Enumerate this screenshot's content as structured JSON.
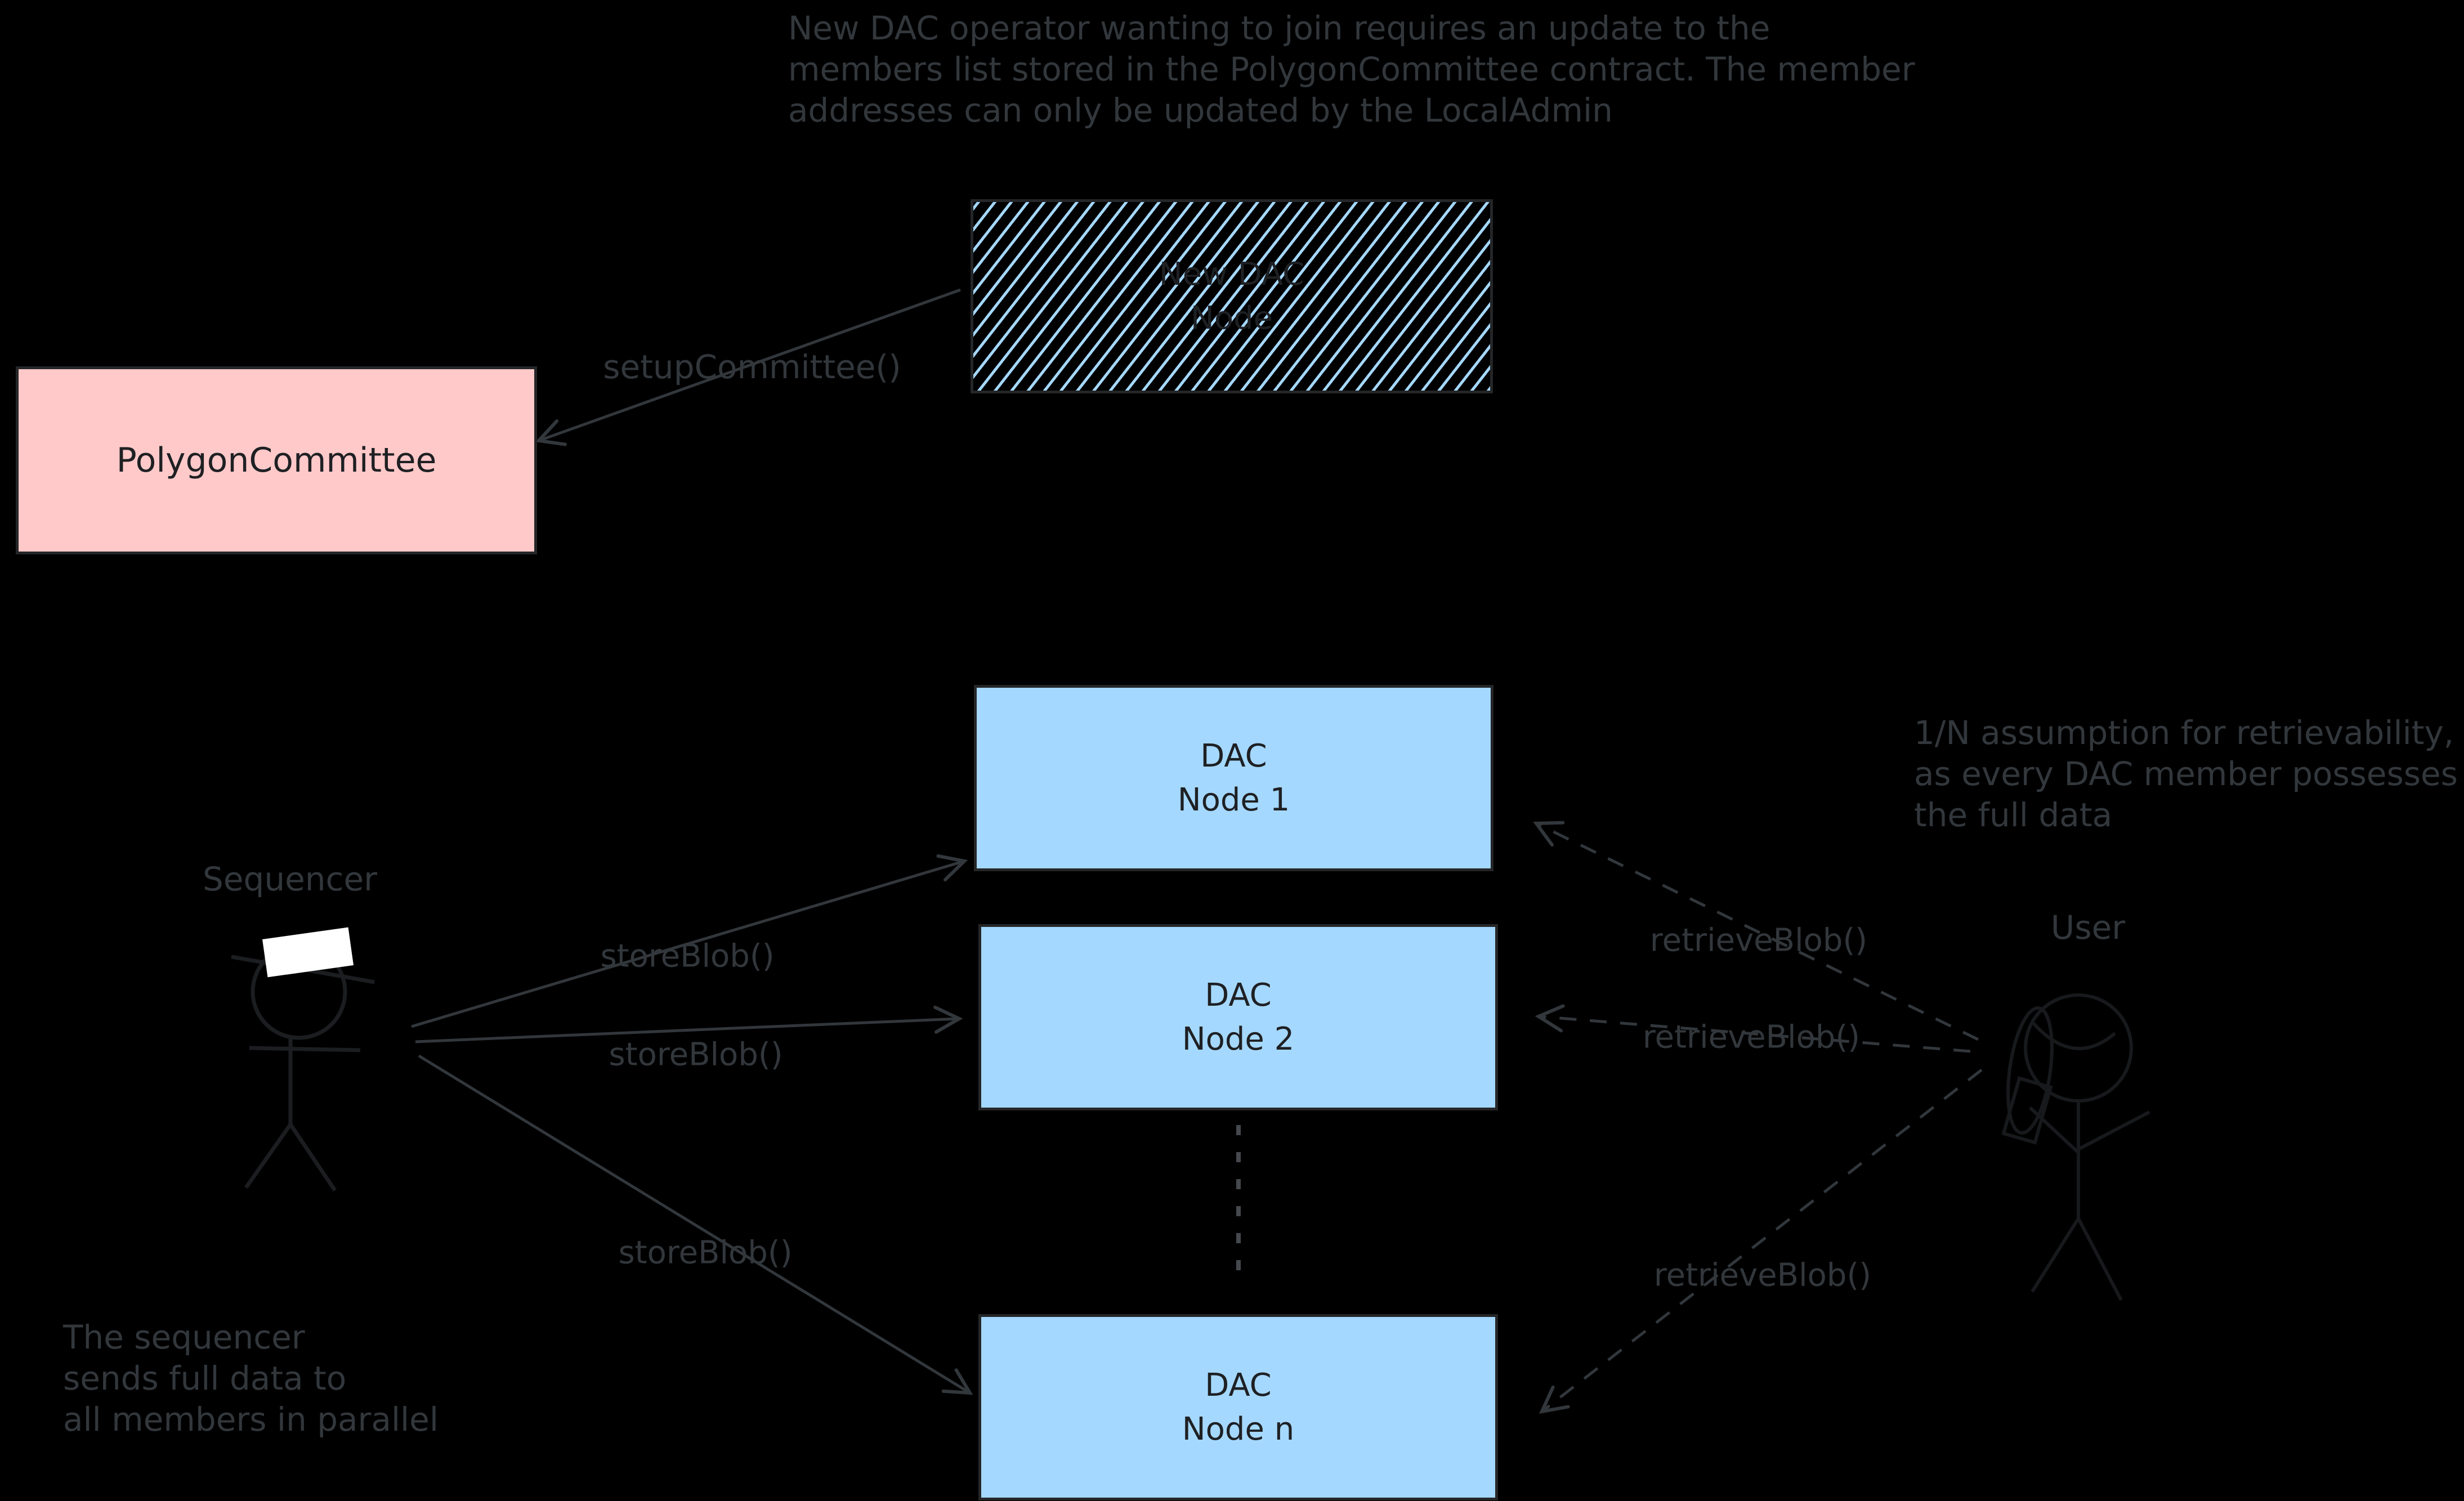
{
  "palette": {
    "background": "#000000",
    "ink_gray": "#32373c",
    "box_border": "#242628",
    "box_text": "#1e2023",
    "blue_fill": "#a5d8ff",
    "pink_fill": "#ffc9c9",
    "hat_white": "#ffffff"
  },
  "annotations": {
    "top_note": {
      "lines": [
        "New DAC operator wanting to join requires an update to the",
        "members list stored in the PolygonCommittee contract. The member",
        "addresses can only be updated by the LocalAdmin"
      ]
    },
    "retrievability_note": {
      "lines": [
        "1/N assumption for retrievability,",
        "as every DAC member possesses",
        "the full data"
      ]
    },
    "parallel_note": {
      "lines": [
        "The sequencer",
        "sends full data to",
        "all members in parallel"
      ]
    }
  },
  "shapes": {
    "new_dac_node": {
      "line1": "New DAC",
      "line2": "Node"
    },
    "polygon_committee": {
      "label": "PolygonCommittee"
    },
    "dac_node_1": {
      "line1": "DAC",
      "line2": "Node 1"
    },
    "dac_node_2": {
      "line1": "DAC",
      "line2": "Node 2"
    },
    "dac_node_n": {
      "line1": "DAC",
      "line2": "Node n"
    }
  },
  "actors": {
    "sequencer": {
      "label": "Sequencer"
    },
    "user": {
      "label": "User"
    }
  },
  "edges": {
    "setup_committee": {
      "label": "setupCommittee()"
    },
    "store_blob_1": {
      "label": "storeBlob()"
    },
    "store_blob_2": {
      "label": "storeBlob()"
    },
    "store_blob_3": {
      "label": "storeBlob()"
    },
    "retrieve_blob_1": {
      "label": "retrieveBlob()"
    },
    "retrieve_blob_2": {
      "label": "retrieveBlob()"
    },
    "retrieve_blob_3": {
      "label": "retrieveBlob()"
    }
  }
}
